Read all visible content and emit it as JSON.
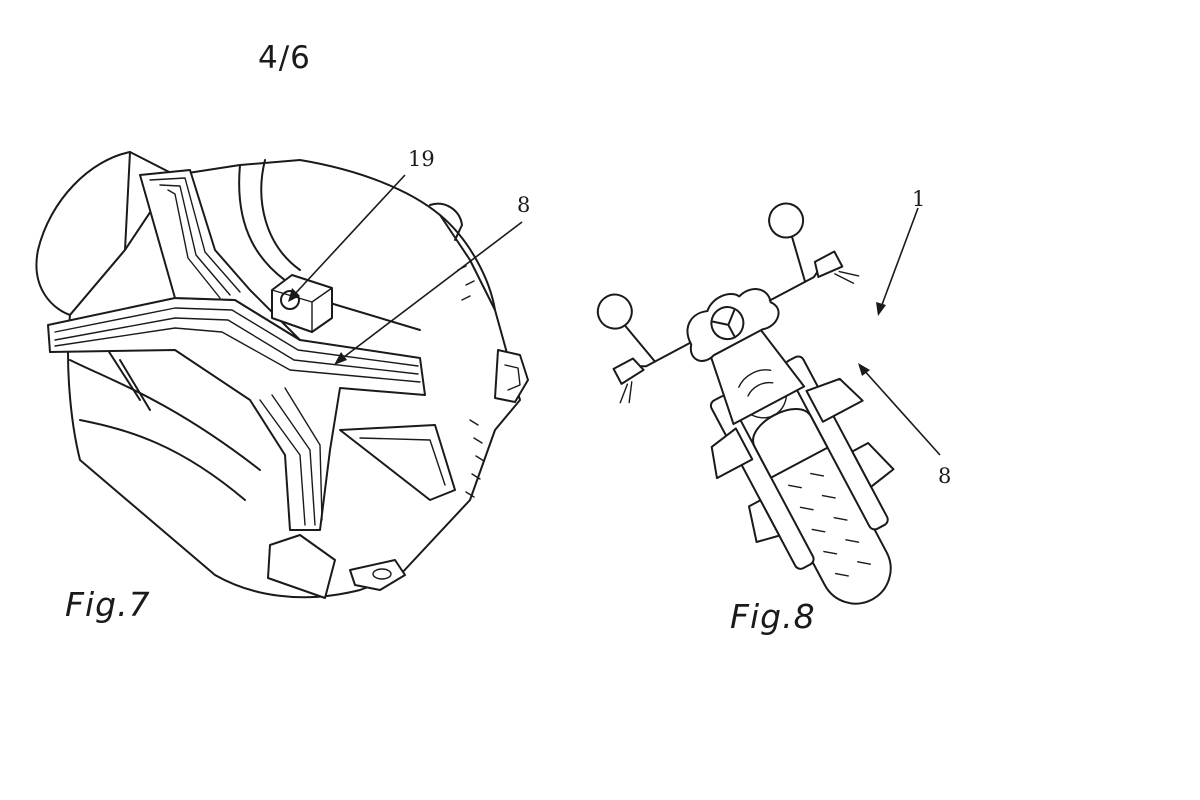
{
  "sheet": {
    "number": "4/6"
  },
  "figures": [
    {
      "caption": "Fig.7",
      "reference_labels": [
        "19",
        "8"
      ]
    },
    {
      "caption": "Fig.8",
      "reference_labels": [
        "1",
        "8"
      ]
    }
  ]
}
